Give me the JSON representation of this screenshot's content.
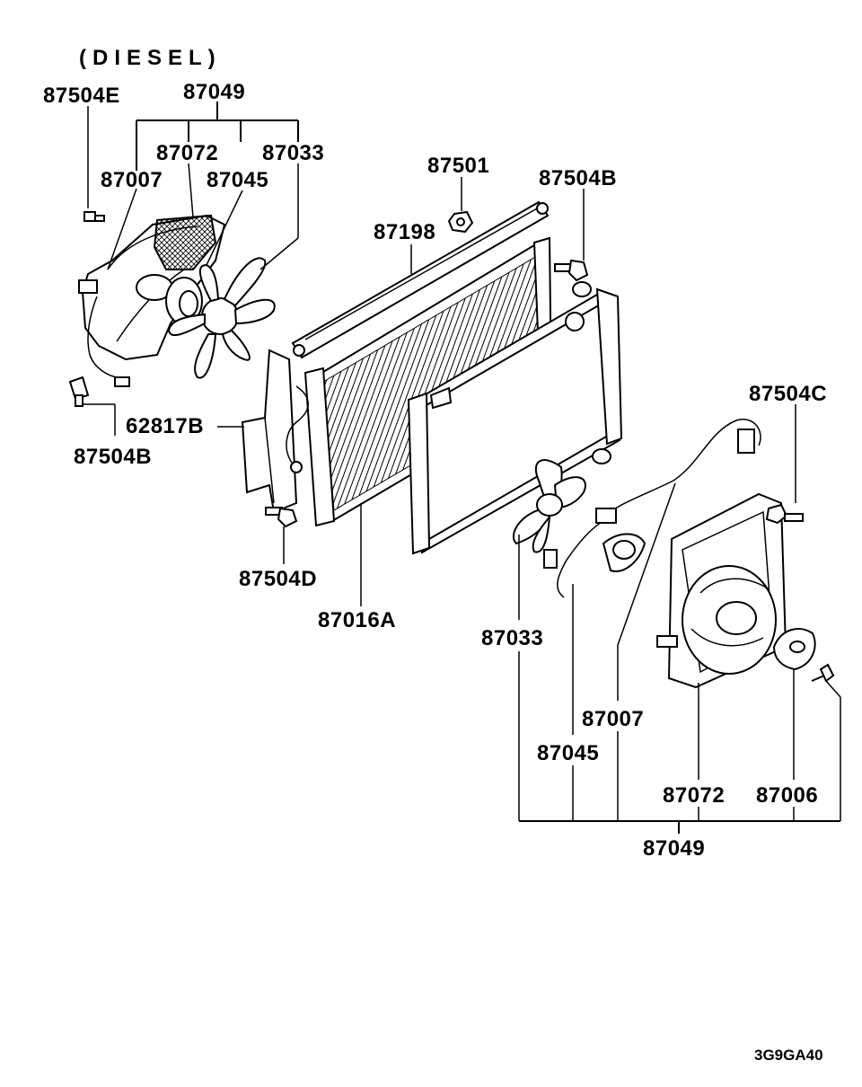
{
  "heading": "(DIESEL)",
  "labels": {
    "l87504E": "87504E",
    "l87049_top": "87049",
    "l87072_top": "87072",
    "l87033_top": "87033",
    "l87007_top": "87007",
    "l87045_top": "87045",
    "l87501": "87501",
    "l87504B_top": "87504B",
    "l87198": "87198",
    "l62817B": "62817B",
    "l87504B_left": "87504B",
    "l87504D": "87504D",
    "l87016A": "87016A",
    "l87504C": "87504C",
    "l87033_bot": "87033",
    "l87007_bot": "87007",
    "l87045_bot": "87045",
    "l87072_bot": "87072",
    "l87006": "87006",
    "l87049_bot": "87049"
  },
  "code": "3G9GA40",
  "colors": {
    "ink": "#000000",
    "paper": "#ffffff"
  }
}
